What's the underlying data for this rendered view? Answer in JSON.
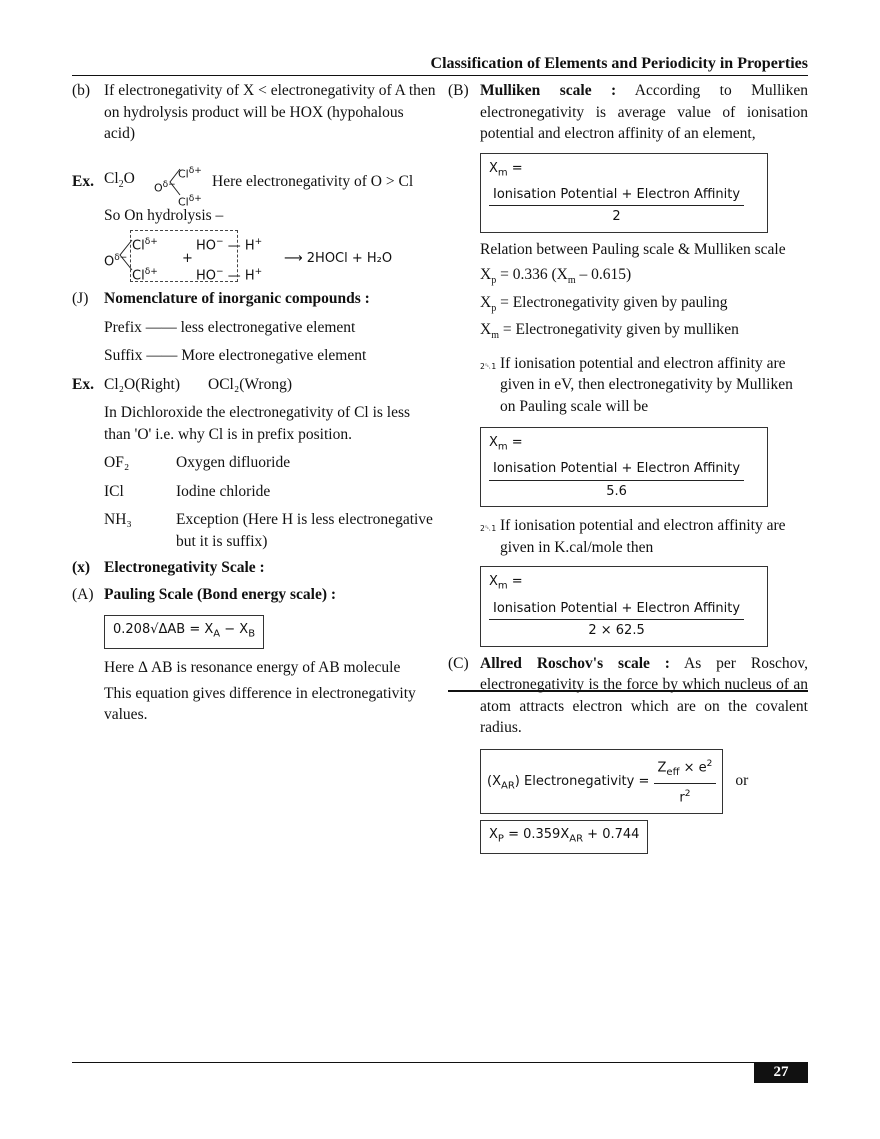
{
  "header": {
    "title": "Classification of Elements and Periodicity in Properties"
  },
  "left": {
    "b_label": "(b)",
    "b_text": "If electronegativity of X < electronegativity of A then on hydrolysis product will be HOX (hypohalous acid)",
    "ex1_label": "Ex.",
    "ex1_formula_main": "Cl",
    "ex1_formula_sub": "2",
    "ex1_formula_end": "O",
    "ex1_note": "Here electronegativity of O > Cl",
    "hydrolysis": "So On hydrolysis –",
    "reaction_product": "⟶ 2HOCl + H₂O",
    "j_label": "(J)",
    "j_title": "Nomenclature of inorganic compounds :",
    "prefix": "Prefix —— less electronegative element",
    "suffix": "Suffix —— More electronegative element",
    "ex2_label": "Ex.",
    "ex2_right": "Cl₂O(Right)",
    "ex2_wrong": "OCl₂(Wrong)",
    "dichlor": "In Dichloroxide the electronegativity of Cl is less than 'O' i.e. why Cl is in prefix position.",
    "compounds": [
      {
        "formula": "OF₂",
        "name": "Oxygen difluoride"
      },
      {
        "formula": "ICl",
        "name": "Iodine chloride"
      },
      {
        "formula": "NH₃",
        "name": "Exception (Here H is less electronegative but it is suffix)"
      }
    ],
    "x_label": "(x)",
    "x_title": "Electronegativity Scale :",
    "a_label": "(A)",
    "a_title": "Pauling Scale (Bond energy scale) :",
    "pauling_formula": "0.208√ΔAB = X",
    "here_ab": "Here Δ AB is resonance energy of AB molecule",
    "equation_note": "This equation gives difference in electronegativity values."
  },
  "right": {
    "b_label": "(B)",
    "b_title": "Mulliken scale :",
    "b_text": "According to Mulliken electronegativity is average value of ionisation potential and electron affinity of an element,",
    "formula_num": "Ionisation Potential + Electron Affinity",
    "formula1_den": "2",
    "relation": "Relation between Pauling scale & Mulliken scale",
    "relation_eq": "= 0.336 (X",
    "relation_eq_end": "– 0.615)",
    "xp_def": "= Electronegativity given by pauling",
    "xm_def": "= Electronegativity given by mulliken",
    "bullet_glyph": "2␡1",
    "ev_note": "If ionisation potential and electron affinity are given in eV, then electronegativity by Mulliken on Pauling scale will be",
    "formula2_den": "5.6",
    "kcal_note": "If ionisation potential and electron affinity are given in K.cal/mole then",
    "formula3_den": "2 × 62.5",
    "c_label": "(C)",
    "c_title": "Allred Roschov's scale :",
    "c_text": "As per Roschov, electronegativity is the force by which nucleus of an atom attracts electron which are on the covalent radius.",
    "ar_label": "Electronegativity =",
    "or": "or",
    "xp_eq": "= 0.359X",
    "xp_eq_end": "+ 0.744"
  },
  "footer": {
    "page_number": "27"
  }
}
